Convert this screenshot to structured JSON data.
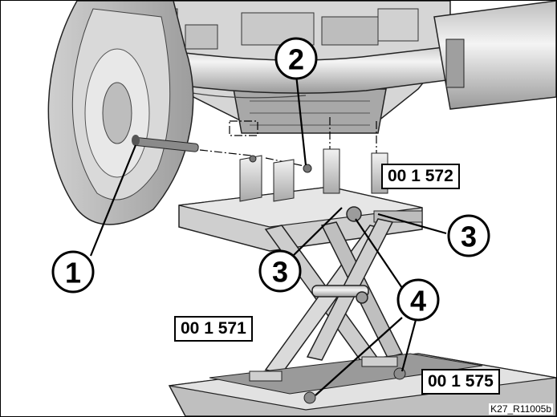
{
  "callouts": [
    "1",
    "2",
    "3",
    "3",
    "4"
  ],
  "part_numbers": {
    "lift_pad": "00 1 572",
    "lift_jack": "00 1 571",
    "lift_base": "00 1 575"
  },
  "figure_reference": "K27_R11005b",
  "colors": {
    "background": "#ffffff",
    "line": "#000000",
    "metal_light": "#e3e3e3",
    "metal_mid": "#c4c4c4",
    "metal_dark": "#8e8e8e"
  }
}
